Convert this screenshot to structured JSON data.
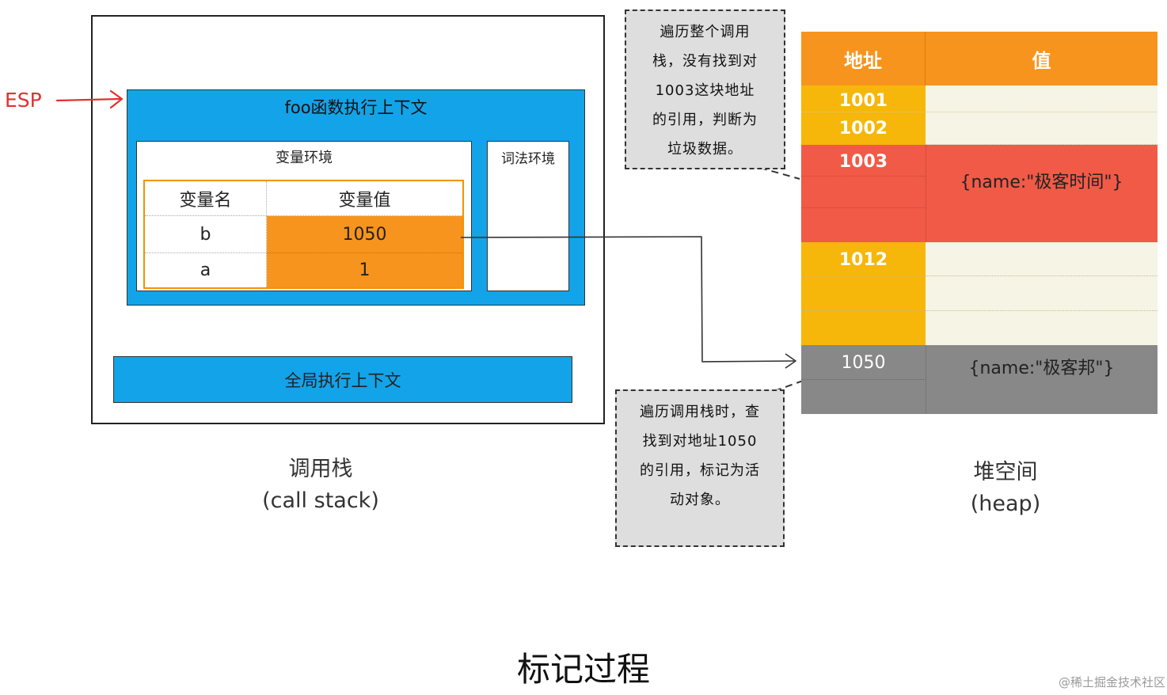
{
  "esp": {
    "label": "ESP"
  },
  "call_stack": {
    "foo_context": "foo函数执行上下文",
    "variable_env": {
      "label": "变量环境",
      "headers": [
        "变量名",
        "变量值"
      ],
      "rows": [
        {
          "name": "b",
          "value": "1050"
        },
        {
          "name": "a",
          "value": "1"
        }
      ]
    },
    "lexical_env": "词法环境",
    "global_context": "全局执行上下文",
    "caption_zh": "调用栈",
    "caption_en": "(call stack)"
  },
  "heap": {
    "headers": [
      "地址",
      "值"
    ],
    "rows": [
      {
        "addr": "1001",
        "value": ""
      },
      {
        "addr": "1002",
        "value": ""
      },
      {
        "addr": "1003",
        "value": "{name:\"极客时间\"}"
      },
      {
        "addr": "1012",
        "value": ""
      },
      {
        "addr": "1050",
        "value": "{name:\"极客邦\"}"
      }
    ],
    "caption_zh": "堆空间",
    "caption_en": "(heap)"
  },
  "notes": {
    "top": [
      "遍历整个调用",
      "栈，没有找到对",
      "1003这块地址",
      "的引用，判断为",
      "垃圾数据。"
    ],
    "bottom": [
      "遍历调用栈时，查",
      "找到对地址1050",
      "的引用，标记为活",
      "动对象。"
    ]
  },
  "colors": {
    "context_blue": "#13a3e8",
    "orange": "#f7941d",
    "address_yellow": "#f6b60a",
    "value_cream": "#f6f4e4",
    "garbage_red": "#f15a47",
    "active_gray": "#888888",
    "esp_red": "#e03131"
  },
  "title": "标记过程",
  "watermark": "@稀土掘金技术社区"
}
